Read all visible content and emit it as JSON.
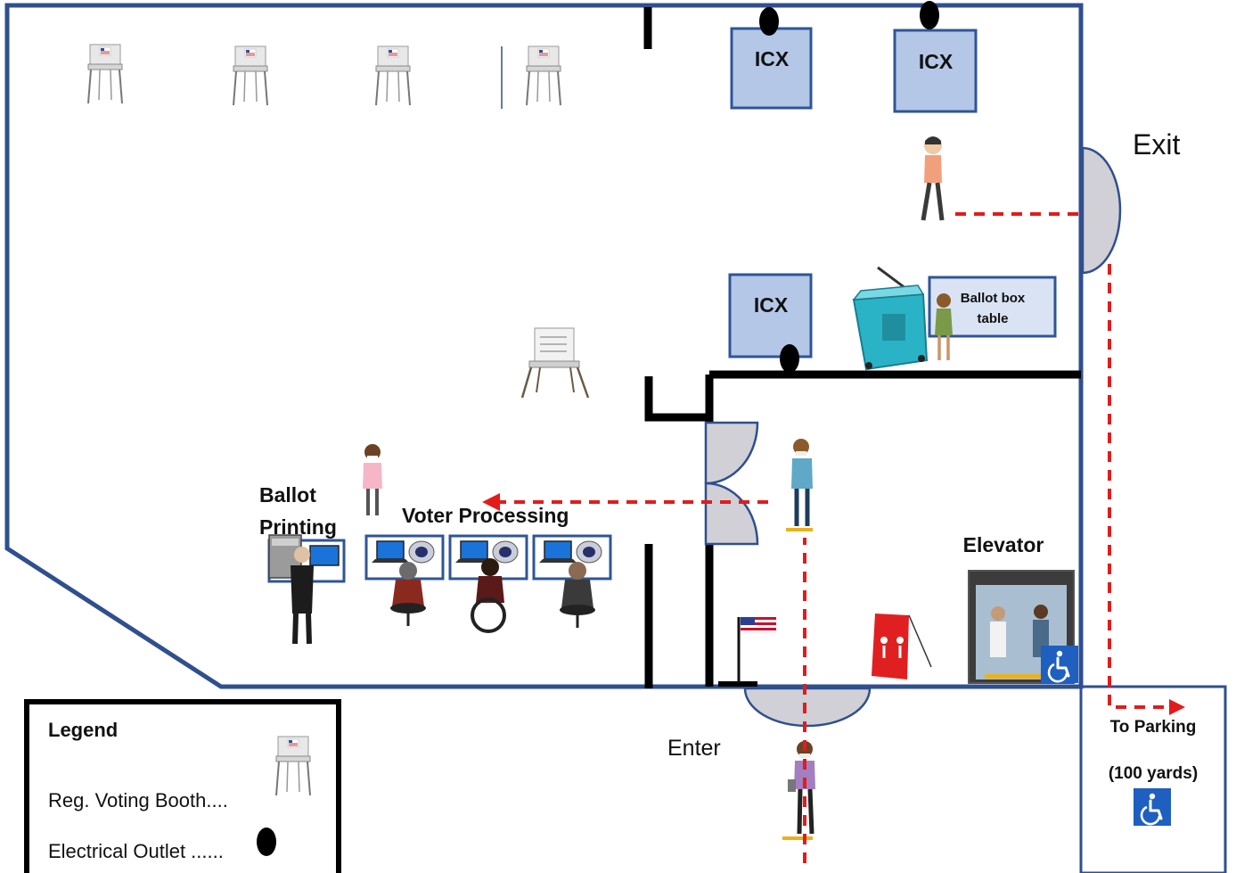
{
  "labels": {
    "icx_1": "ICX",
    "icx_2": "ICX",
    "icx_3": "ICX",
    "exit": "Exit",
    "ballot_box_table_line1": "Ballot box",
    "ballot_box_table_line2": "table",
    "ballot_printing_line1": "Ballot",
    "ballot_printing_line2": "Printing",
    "voter_processing": "Voter Processing",
    "elevator": "Elevator",
    "enter": "Enter",
    "to_parking": "To Parking",
    "distance": "(100 yards)"
  },
  "legend": {
    "title": "Legend",
    "booth_item": "Reg. Voting Booth....",
    "outlet_item": "Electrical Outlet ......"
  },
  "colors": {
    "wall": "#2f4f8f",
    "partition": "#000000",
    "box_fill": "#b4c7e7",
    "box_stroke": "#2f5597",
    "door_fill": "#d0d0d6",
    "path": "#e31b1b",
    "accessible": "#1f5fbf",
    "ballot_box": "#2ab3c6"
  },
  "icons": {
    "booth": "voting-booth-icon",
    "outlet": "electrical-outlet-icon",
    "accessible": "wheelchair-icon",
    "flag": "us-flag-icon",
    "ballot_box": "ballot-box-icon",
    "sign": "social-distancing-sign-icon"
  }
}
